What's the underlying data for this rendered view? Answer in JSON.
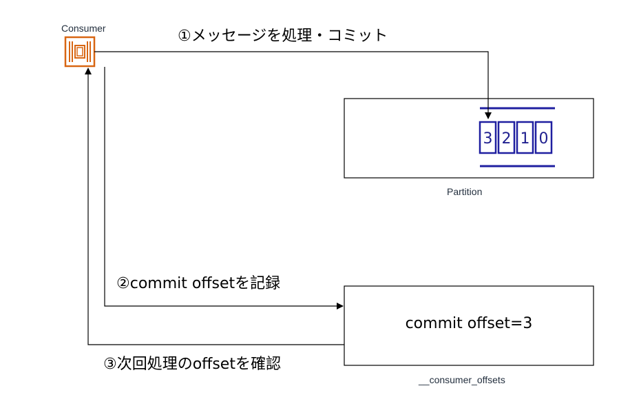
{
  "consumer": {
    "label": "Consumer",
    "icon": "processor-chip-icon",
    "color": "#d86613"
  },
  "partition": {
    "label": "Partition",
    "cells": [
      "3",
      "2",
      "1",
      "0"
    ],
    "cell_color": "#1f1fa0"
  },
  "offsets_store": {
    "label": "__consumer_offsets",
    "content": "commit offset=3"
  },
  "steps": [
    {
      "label": "①メッセージを処理・コミット"
    },
    {
      "label": "②commit offsetを記録"
    },
    {
      "label": "③次回処理のoffsetを確認"
    }
  ]
}
